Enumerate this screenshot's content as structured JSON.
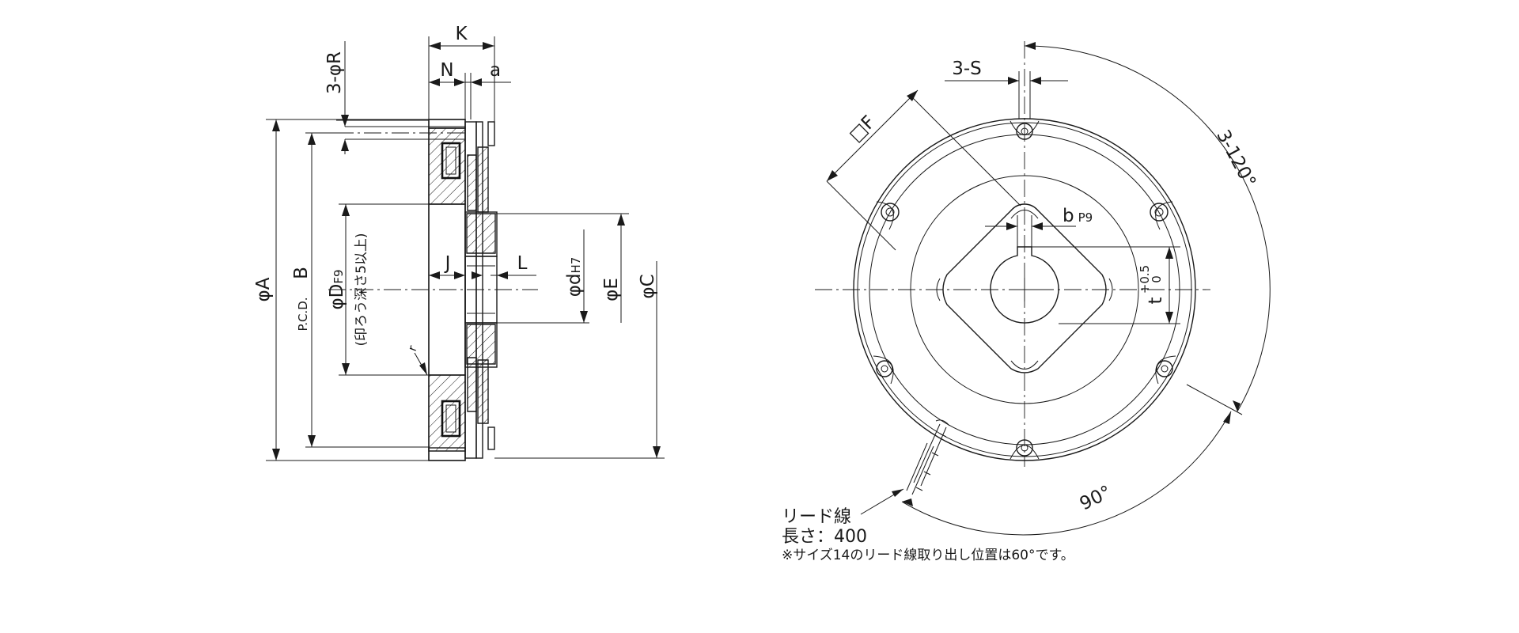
{
  "side_view": {
    "dim_K": "K",
    "dim_N": "N",
    "dim_a": "a",
    "dim_R": "3-φR",
    "dim_A": "φA",
    "dim_B_prefix": "P.C.D.",
    "dim_B": "B",
    "dim_D": "φD",
    "dim_D_tol": "F9",
    "dim_D_note": "(印ろう深さ5以上)",
    "dim_J": "J",
    "dim_L": "L",
    "dim_r": "r",
    "dim_d": "φd",
    "dim_d_tol": "H7",
    "dim_E": "φE",
    "dim_C": "φC"
  },
  "front_view": {
    "dim_S": "3-S",
    "dim_F": "□F",
    "dim_b": "b",
    "dim_b_tol": "P9",
    "dim_t": "t",
    "dim_t_upper": "+0.5",
    "dim_t_lower": "0",
    "angle_120": "3-120°",
    "angle_90": "90°",
    "lead_label": "リード線",
    "lead_length": "長さ：400",
    "lead_note": "※サイズ14のリード線取り出し位置は60°です。"
  }
}
